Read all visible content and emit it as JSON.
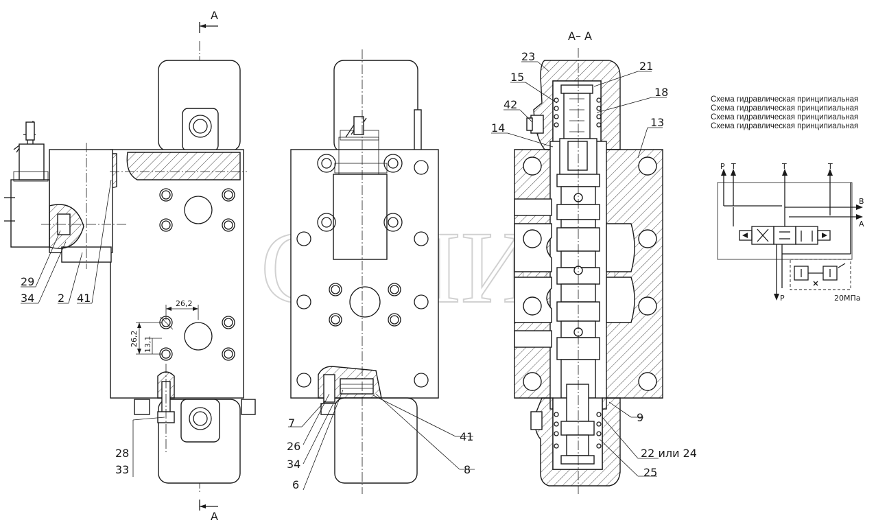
{
  "section_marks": {
    "top_left": "A",
    "bottom_left": "A",
    "section_title": "A– A"
  },
  "callouts": {
    "left_view": [
      "29",
      "34",
      "2",
      "41",
      "28",
      "33"
    ],
    "middle_view": [
      "7",
      "26",
      "34",
      "6",
      "41",
      "8"
    ],
    "section_view": [
      "23",
      "15",
      "42",
      "14",
      "21",
      "18",
      "13",
      "9",
      "22 или 24",
      "25"
    ]
  },
  "dimensions": [
    "26,2",
    "26,2",
    "13,1"
  ],
  "schematic": {
    "notes": [
      "Схема гидравлическая принципиальная",
      "Схема гидравлическая принципиальная",
      "Схема гидравлическая принципиальная",
      "Схема гидравлическая принципиальная"
    ],
    "port_labels": [
      "P",
      "T",
      "T",
      "T",
      "B",
      "A",
      "P"
    ],
    "pressure": "20МПа"
  },
  "watermark": "СЕЛИМ"
}
